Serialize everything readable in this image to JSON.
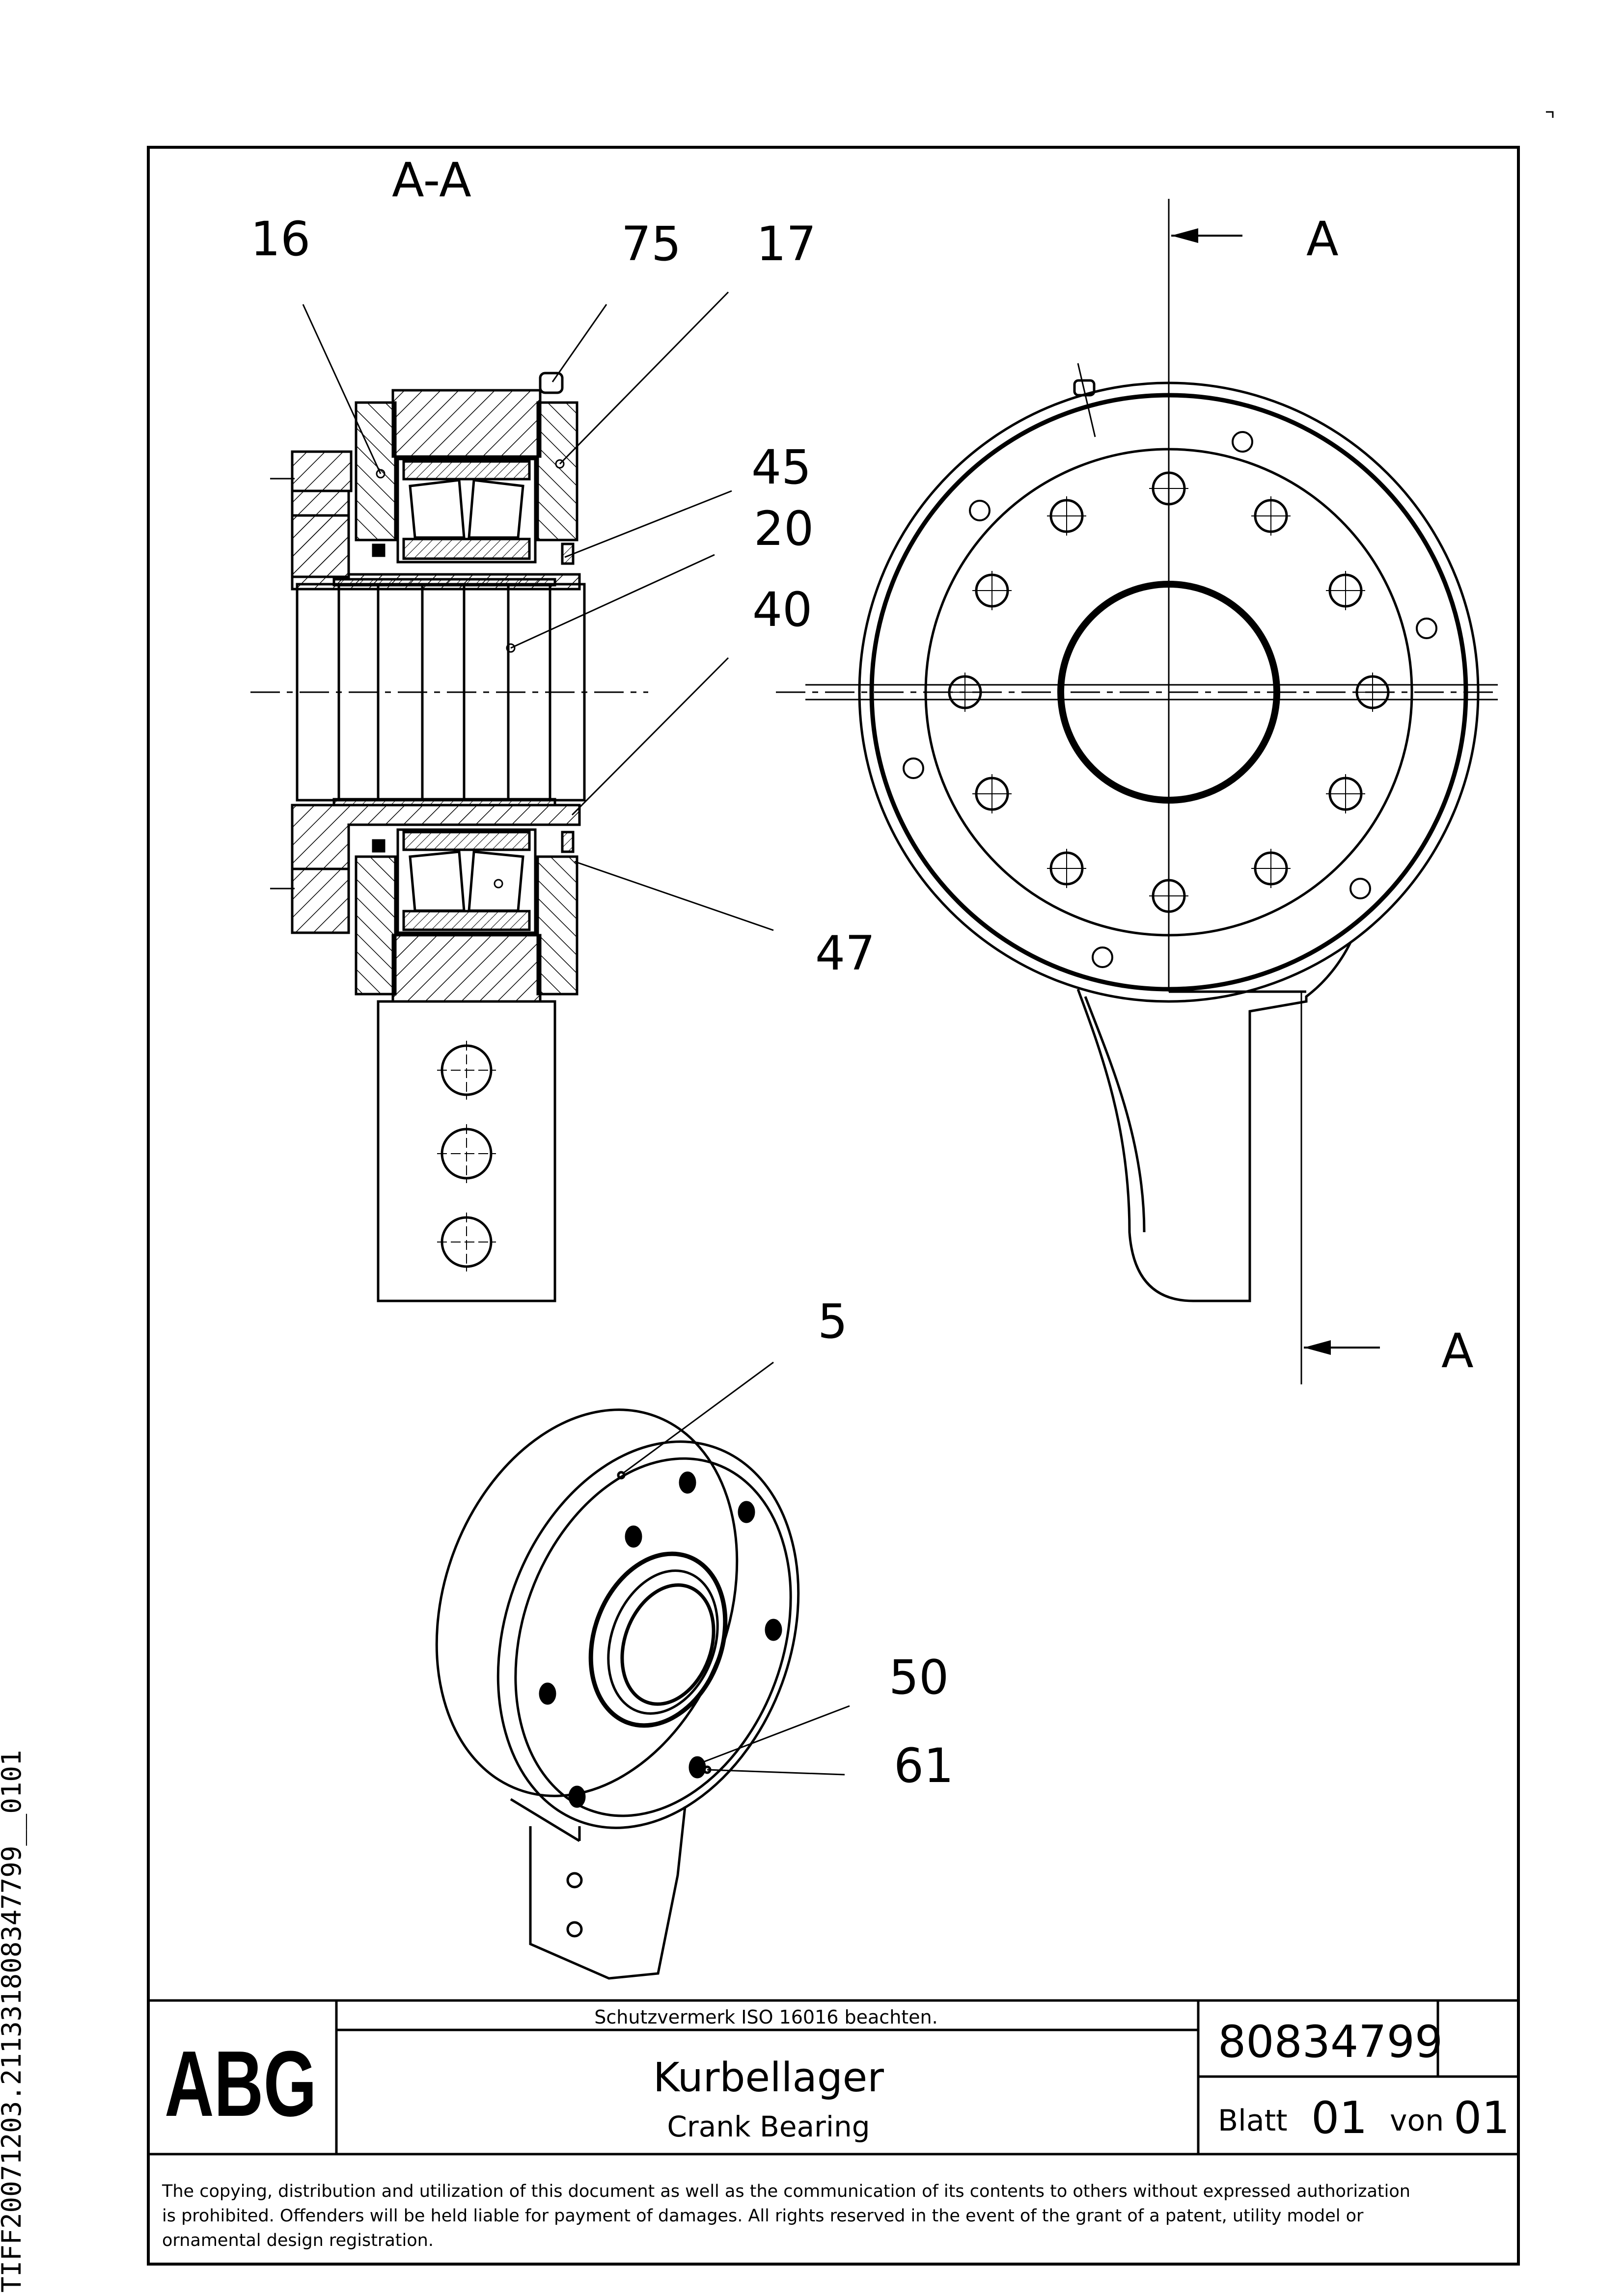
{
  "side_id": "TIFF20071203.211331808347799__0101",
  "drawing": {
    "section_title": "A-A",
    "section_marker_top": "A",
    "section_marker_bottom": "A",
    "callouts": [
      {
        "id": "16",
        "text": "16"
      },
      {
        "id": "75",
        "text": "75"
      },
      {
        "id": "17",
        "text": "17"
      },
      {
        "id": "45",
        "text": "45"
      },
      {
        "id": "20",
        "text": "20"
      },
      {
        "id": "40",
        "text": "40"
      },
      {
        "id": "47",
        "text": "47"
      },
      {
        "id": "5",
        "text": "5"
      },
      {
        "id": "50",
        "text": "50"
      },
      {
        "id": "61",
        "text": "61"
      }
    ]
  },
  "title_block": {
    "logo": "ABG",
    "protection_note": "Schutzvermerk ISO 16016 beachten.",
    "title": "Kurbellager",
    "subtitle": "Crank Bearing",
    "drawing_number": "80834799",
    "sheet_label": "Blatt",
    "sheet_number": "01",
    "of_label": "von",
    "sheet_total": "01"
  },
  "copyright": {
    "line1": "The copying, distribution and utilization of this document as well as the communication of its contents to others without expressed authorization",
    "line2": "is prohibited. Offenders will be held liable for payment of damages. All rights reserved in the event of the grant of a patent, utility model or",
    "line3": "ornamental design registration."
  }
}
